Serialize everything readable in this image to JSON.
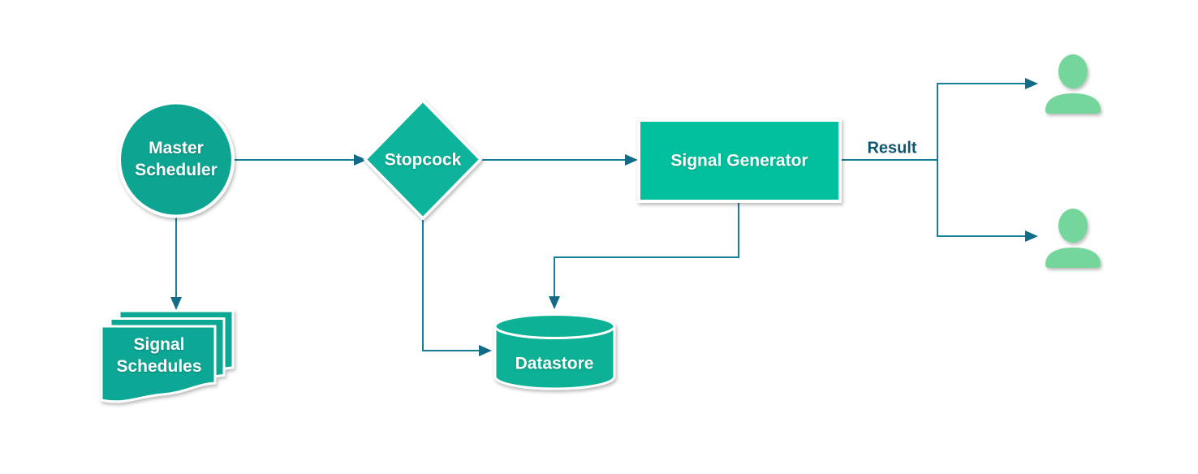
{
  "diagram": {
    "nodes": {
      "master_scheduler": {
        "label": "Master Scheduler",
        "shape": "circle"
      },
      "stopcock": {
        "label": "Stopcock",
        "shape": "diamond-decision"
      },
      "signal_generator": {
        "label": "Signal Generator",
        "shape": "rectangle-process"
      },
      "signal_schedules": {
        "label": "Signal Schedules",
        "shape": "document-stack"
      },
      "datastore": {
        "label": "Datastore",
        "shape": "database-cylinder"
      },
      "recipient_top": {
        "label": "",
        "shape": "person-icon"
      },
      "recipient_bottom": {
        "label": "",
        "shape": "person-icon"
      }
    },
    "edge_labels": {
      "result": "Result"
    },
    "edges": [
      {
        "from": "master_scheduler",
        "to": "stopcock"
      },
      {
        "from": "stopcock",
        "to": "signal_generator"
      },
      {
        "from": "master_scheduler",
        "to": "signal_schedules"
      },
      {
        "from": "stopcock",
        "to": "datastore"
      },
      {
        "from": "signal_generator",
        "to": "datastore"
      },
      {
        "from": "signal_generator",
        "to": "recipient_top",
        "label": "Result"
      },
      {
        "from": "signal_generator",
        "to": "recipient_bottom",
        "label": "Result"
      }
    ],
    "colors": {
      "circle_fill": "#0AA492",
      "diamond_fill": "#0AB39A",
      "rect_fill": "#05C09D",
      "cylinder_fill": "#0BB195",
      "document_fill": "#0CA795",
      "person_fill": "#74D69B",
      "connector": "#177E97",
      "arrowhead": "#136C87",
      "node_text": "#FFFFFF",
      "edge_label_text": "#11566F",
      "shape_border": "#FFFFFF",
      "background": "#FFFFFF"
    }
  }
}
